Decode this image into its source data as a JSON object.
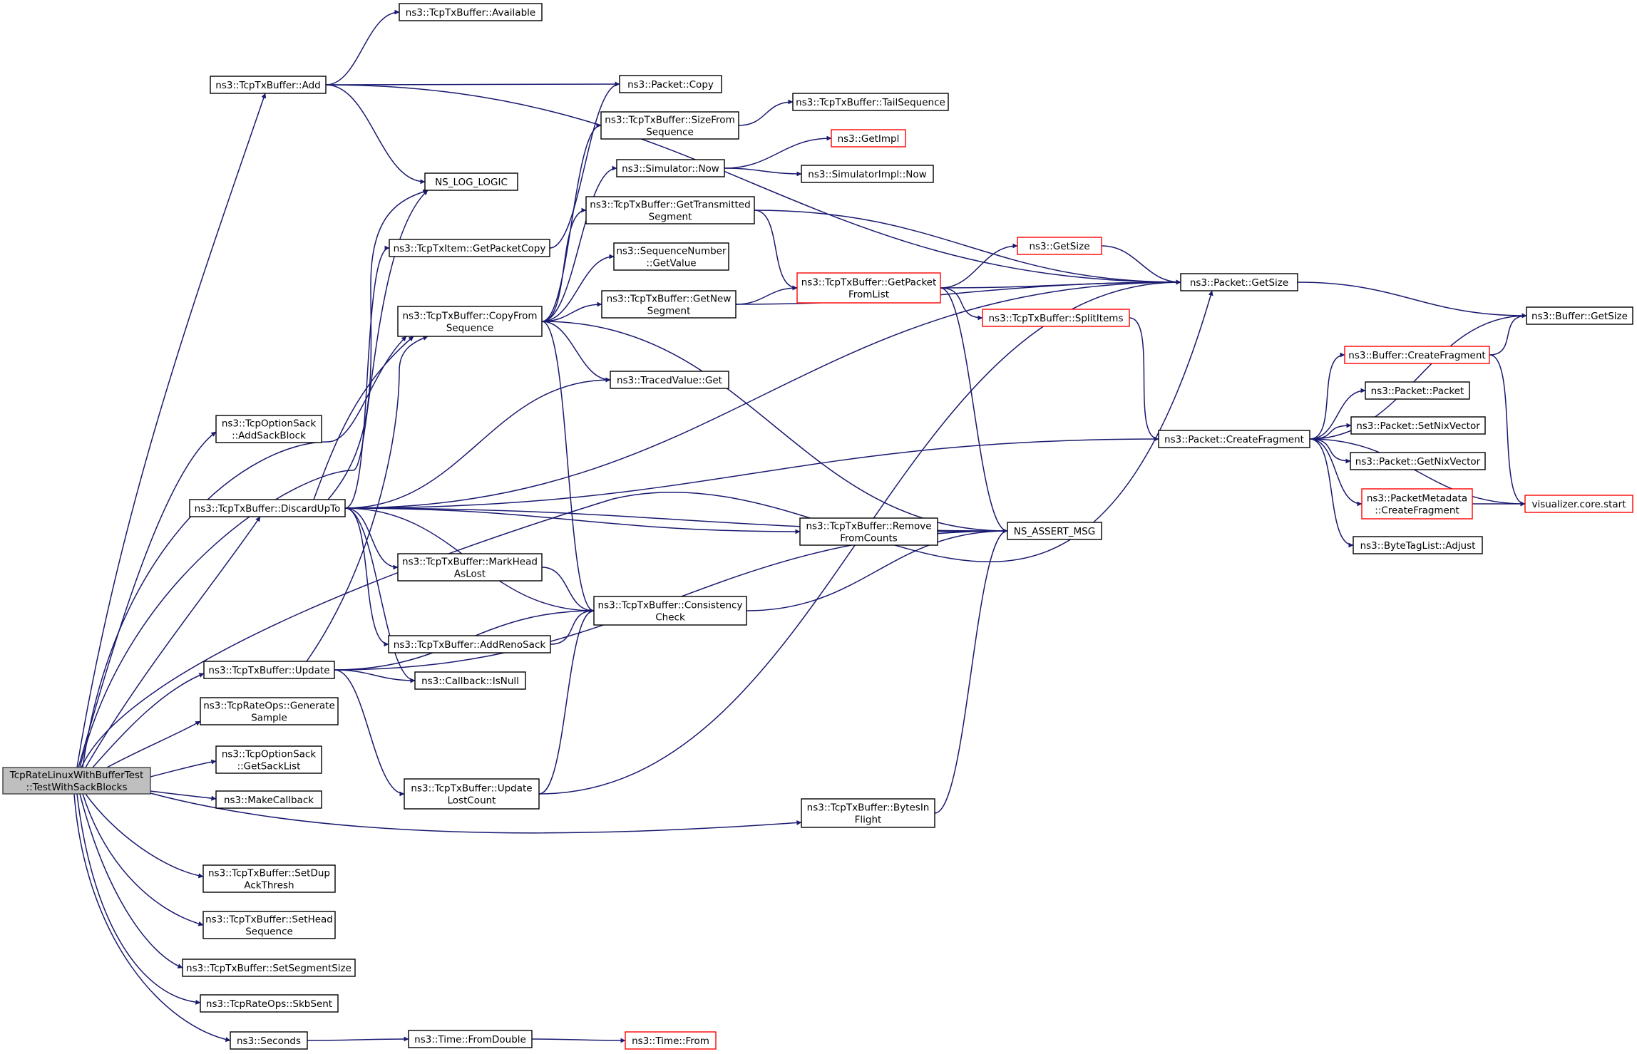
{
  "colors": {
    "edge": "#191970",
    "node_border": "#000000",
    "truncated_border": "#ff0000",
    "root_fill": "#bfbfbf"
  },
  "nodes": [
    {
      "id": "root",
      "lines": [
        "TcpRateLinuxWithBufferTest",
        "::TestWithSackBlocks"
      ],
      "root": true
    },
    {
      "id": "add",
      "lines": [
        "ns3::TcpTxBuffer::Add"
      ]
    },
    {
      "id": "available",
      "lines": [
        "ns3::TcpTxBuffer::Available"
      ]
    },
    {
      "id": "pcopy",
      "lines": [
        "ns3::Packet::Copy"
      ]
    },
    {
      "id": "sizefrom",
      "lines": [
        "ns3::TcpTxBuffer::SizeFrom",
        "Sequence"
      ]
    },
    {
      "id": "tailseq",
      "lines": [
        "ns3::TcpTxBuffer::TailSequence"
      ]
    },
    {
      "id": "simnow",
      "lines": [
        "ns3::Simulator::Now"
      ]
    },
    {
      "id": "getimpl",
      "lines": [
        "ns3::GetImpl"
      ],
      "truncated": true
    },
    {
      "id": "simimplnow",
      "lines": [
        "ns3::SimulatorImpl::Now"
      ]
    },
    {
      "id": "loglogic",
      "lines": [
        "NS_LOG_LOGIC"
      ]
    },
    {
      "id": "gettrans",
      "lines": [
        "ns3::TcpTxBuffer::GetTransmitted",
        "Segment"
      ]
    },
    {
      "id": "getpktcopy",
      "lines": [
        "ns3::TcpTxItem::GetPacketCopy"
      ]
    },
    {
      "id": "seqval",
      "lines": [
        "ns3::SequenceNumber",
        "::GetValue"
      ]
    },
    {
      "id": "getsize",
      "lines": [
        "ns3::GetSize"
      ],
      "truncated": true
    },
    {
      "id": "getpktfrom",
      "lines": [
        "ns3::TcpTxBuffer::GetPacket",
        "FromList"
      ],
      "truncated": true
    },
    {
      "id": "pgetsize",
      "lines": [
        "ns3::Packet::GetSize"
      ]
    },
    {
      "id": "bgetsize",
      "lines": [
        "ns3::Buffer::GetSize"
      ]
    },
    {
      "id": "copyfrom",
      "lines": [
        "ns3::TcpTxBuffer::CopyFrom",
        "Sequence"
      ]
    },
    {
      "id": "getnew",
      "lines": [
        "ns3::TcpTxBuffer::GetNew",
        "Segment"
      ]
    },
    {
      "id": "split",
      "lines": [
        "ns3::TcpTxBuffer::SplitItems"
      ],
      "truncated": true
    },
    {
      "id": "bcreatefrag",
      "lines": [
        "ns3::Buffer::CreateFragment"
      ],
      "truncated": true
    },
    {
      "id": "tracedget",
      "lines": [
        "ns3::TracedValue::Get"
      ]
    },
    {
      "id": "ppacket",
      "lines": [
        "ns3::Packet::Packet"
      ]
    },
    {
      "id": "addsack",
      "lines": [
        "ns3::TcpOptionSack",
        "::AddSackBlock"
      ]
    },
    {
      "id": "setnix",
      "lines": [
        "ns3::Packet::SetNixVector"
      ]
    },
    {
      "id": "pcreatefrag",
      "lines": [
        "ns3::Packet::CreateFragment"
      ]
    },
    {
      "id": "getnix",
      "lines": [
        "ns3::Packet::GetNixVector"
      ]
    },
    {
      "id": "discard",
      "lines": [
        "ns3::TcpTxBuffer::DiscardUpTo"
      ]
    },
    {
      "id": "pmcreatefrag",
      "lines": [
        "ns3::PacketMetadata",
        "::CreateFragment"
      ],
      "truncated": true
    },
    {
      "id": "vizstart",
      "lines": [
        "visualizer.core.start"
      ],
      "truncated": true
    },
    {
      "id": "removefrom",
      "lines": [
        "ns3::TcpTxBuffer::Remove",
        "FromCounts"
      ]
    },
    {
      "id": "assertmsg",
      "lines": [
        "NS_ASSERT_MSG"
      ]
    },
    {
      "id": "bytetag",
      "lines": [
        "ns3::ByteTagList::Adjust"
      ]
    },
    {
      "id": "markhead",
      "lines": [
        "ns3::TcpTxBuffer::MarkHead",
        "AsLost"
      ]
    },
    {
      "id": "consistency",
      "lines": [
        "ns3::TcpTxBuffer::Consistency",
        "Check"
      ]
    },
    {
      "id": "addreno",
      "lines": [
        "ns3::TcpTxBuffer::AddRenoSack"
      ]
    },
    {
      "id": "update",
      "lines": [
        "ns3::TcpTxBuffer::Update"
      ]
    },
    {
      "id": "isnull",
      "lines": [
        "ns3::Callback::IsNull"
      ]
    },
    {
      "id": "gensample",
      "lines": [
        "ns3::TcpRateOps::Generate",
        "Sample"
      ]
    },
    {
      "id": "getsacklist",
      "lines": [
        "ns3::TcpOptionSack",
        "::GetSackList"
      ]
    },
    {
      "id": "makecb",
      "lines": [
        "ns3::MakeCallback"
      ]
    },
    {
      "id": "updatelost",
      "lines": [
        "ns3::TcpTxBuffer::Update",
        "LostCount"
      ]
    },
    {
      "id": "bytesin",
      "lines": [
        "ns3::TcpTxBuffer::BytesIn",
        "Flight"
      ]
    },
    {
      "id": "setdup",
      "lines": [
        "ns3::TcpTxBuffer::SetDup",
        "AckThresh"
      ]
    },
    {
      "id": "sethead",
      "lines": [
        "ns3::TcpTxBuffer::SetHead",
        "Sequence"
      ]
    },
    {
      "id": "setseg",
      "lines": [
        "ns3::TcpTxBuffer::SetSegmentSize"
      ]
    },
    {
      "id": "skbsent",
      "lines": [
        "ns3::TcpRateOps::SkbSent"
      ]
    },
    {
      "id": "seconds",
      "lines": [
        "ns3::Seconds"
      ]
    },
    {
      "id": "fromdouble",
      "lines": [
        "ns3::Time::FromDouble"
      ]
    },
    {
      "id": "timefrom",
      "lines": [
        "ns3::Time::From"
      ],
      "truncated": true
    }
  ],
  "edges": [
    [
      "root",
      "add"
    ],
    [
      "root",
      "addsack"
    ],
    [
      "root",
      "loglogic"
    ],
    [
      "root",
      "pgetsize"
    ],
    [
      "root",
      "copyfrom"
    ],
    [
      "root",
      "discard"
    ],
    [
      "root",
      "update"
    ],
    [
      "root",
      "gensample"
    ],
    [
      "root",
      "getsacklist"
    ],
    [
      "root",
      "makecb"
    ],
    [
      "root",
      "bytesin"
    ],
    [
      "root",
      "setdup"
    ],
    [
      "root",
      "sethead"
    ],
    [
      "root",
      "setseg"
    ],
    [
      "root",
      "skbsent"
    ],
    [
      "root",
      "seconds"
    ],
    [
      "add",
      "available"
    ],
    [
      "add",
      "pcopy"
    ],
    [
      "add",
      "pgetsize"
    ],
    [
      "add",
      "loglogic"
    ],
    [
      "copyfrom",
      "sizefrom"
    ],
    [
      "copyfrom",
      "simnow"
    ],
    [
      "copyfrom",
      "gettrans"
    ],
    [
      "copyfrom",
      "seqval"
    ],
    [
      "copyfrom",
      "getnew"
    ],
    [
      "copyfrom",
      "tracedget"
    ],
    [
      "copyfrom",
      "assertmsg"
    ],
    [
      "copyfrom",
      "consistency"
    ],
    [
      "sizefrom",
      "tailseq"
    ],
    [
      "simnow",
      "getimpl"
    ],
    [
      "simnow",
      "simimplnow"
    ],
    [
      "gettrans",
      "pgetsize"
    ],
    [
      "gettrans",
      "getpktfrom"
    ],
    [
      "getpktcopy",
      "pcopy"
    ],
    [
      "getnew",
      "getpktfrom"
    ],
    [
      "getnew",
      "pgetsize"
    ],
    [
      "getpktfrom",
      "getsize"
    ],
    [
      "getpktfrom",
      "pgetsize"
    ],
    [
      "getpktfrom",
      "split"
    ],
    [
      "getpktfrom",
      "assertmsg"
    ],
    [
      "getsize",
      "pgetsize"
    ],
    [
      "pgetsize",
      "bgetsize"
    ],
    [
      "split",
      "pcreatefrag"
    ],
    [
      "pcreatefrag",
      "bgetsize"
    ],
    [
      "pcreatefrag",
      "bcreatefrag"
    ],
    [
      "pcreatefrag",
      "ppacket"
    ],
    [
      "pcreatefrag",
      "setnix"
    ],
    [
      "pcreatefrag",
      "getnix"
    ],
    [
      "pcreatefrag",
      "pmcreatefrag"
    ],
    [
      "pcreatefrag",
      "bytetag"
    ],
    [
      "pcreatefrag",
      "vizstart"
    ],
    [
      "bcreatefrag",
      "bgetsize"
    ],
    [
      "bcreatefrag",
      "vizstart"
    ],
    [
      "pmcreatefrag",
      "vizstart"
    ],
    [
      "discard",
      "copyfrom"
    ],
    [
      "discard",
      "loglogic"
    ],
    [
      "discard",
      "getpktcopy"
    ],
    [
      "discard",
      "tracedget"
    ],
    [
      "discard",
      "pgetsize"
    ],
    [
      "discard",
      "pcreatefrag"
    ],
    [
      "discard",
      "assertmsg"
    ],
    [
      "discard",
      "removefrom"
    ],
    [
      "discard",
      "markhead"
    ],
    [
      "discard",
      "consistency"
    ],
    [
      "discard",
      "addreno"
    ],
    [
      "discard",
      "isnull"
    ],
    [
      "removefrom",
      "assertmsg"
    ],
    [
      "markhead",
      "consistency"
    ],
    [
      "addreno",
      "consistency"
    ],
    [
      "consistency",
      "assertmsg"
    ],
    [
      "update",
      "copyfrom"
    ],
    [
      "update",
      "isnull"
    ],
    [
      "update",
      "consistency"
    ],
    [
      "update",
      "assertmsg"
    ],
    [
      "update",
      "updatelost"
    ],
    [
      "updatelost",
      "consistency"
    ],
    [
      "updatelost",
      "pgetsize"
    ],
    [
      "bytesin",
      "assertmsg"
    ],
    [
      "seconds",
      "fromdouble"
    ],
    [
      "fromdouble",
      "timefrom"
    ]
  ]
}
